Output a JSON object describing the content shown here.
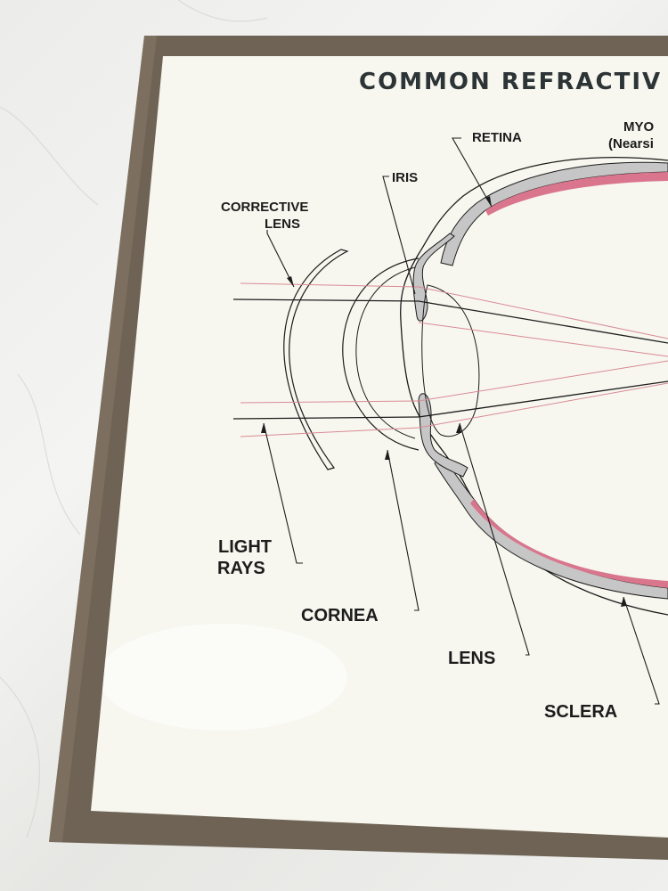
{
  "title": "COMMON REFRACTIV",
  "labels": {
    "retina": "RETINA",
    "myopia_line1": "MYO",
    "myopia_line2": "(Nearsi",
    "iris": "IRIS",
    "corrective_lens_line1": "CORRECTIVE",
    "corrective_lens_line2": "LENS",
    "light_rays_line1": "LIGHT",
    "light_rays_line2": "RAYS",
    "cornea": "CORNEA",
    "lens": "LENS",
    "sclera": "SCLERA"
  },
  "colors": {
    "frame": "#6b5f52",
    "panel": "#f7f7ef",
    "retina": "#d9768d",
    "sclera": "#c4c4c4",
    "ray_pink": "#d98a96",
    "ink": "#1c1c1c"
  }
}
